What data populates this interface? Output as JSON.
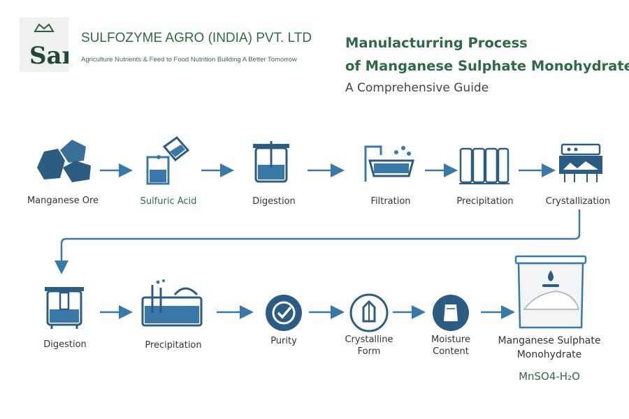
{
  "header": {
    "logo_text": "SAR",
    "company": "SULFOZYME AGRO (INDIA) PVT. LTD",
    "tagline": "Agriculture  Nutrients & Feed to Food Nutrition Building A Better Tomorrow",
    "title_line1": "Manulacturring Process",
    "title_line2": "of Manganese Sulphate Monohydrate:",
    "subtitle": "A Comprehensive Guide"
  },
  "row1": [
    {
      "label": "Manganese Ore",
      "icon": "ore-icon"
    },
    {
      "label": "Sulfuric Acid",
      "icon": "acid-beaker-icon"
    },
    {
      "label": "Digestion",
      "icon": "digestion-tank-icon"
    },
    {
      "label": "Filtration",
      "icon": "filtration-icon"
    },
    {
      "label": "Precipitation",
      "icon": "precipitation-tanks-icon"
    },
    {
      "label": "Crystallization",
      "icon": "crystallizer-icon"
    }
  ],
  "row2": [
    {
      "label": "Digestion",
      "icon": "digestion-tank-icon"
    },
    {
      "label": "Precipitation",
      "icon": "precipitation-tank-icon"
    },
    {
      "label": "Purity",
      "icon": "check-badge-icon"
    },
    {
      "label": "Crystalline\nForm",
      "icon": "crystal-icon"
    },
    {
      "label": "Moisture\nContent",
      "icon": "sack-icon"
    }
  ],
  "product": {
    "name_line1": "Manganese Sulphate",
    "name_line2": "Monohydrate",
    "formula": "MnSO4-H₂O"
  },
  "colors": {
    "accent": "#3a78a8",
    "green": "#2f6a47",
    "dark": "#2c5c82"
  }
}
